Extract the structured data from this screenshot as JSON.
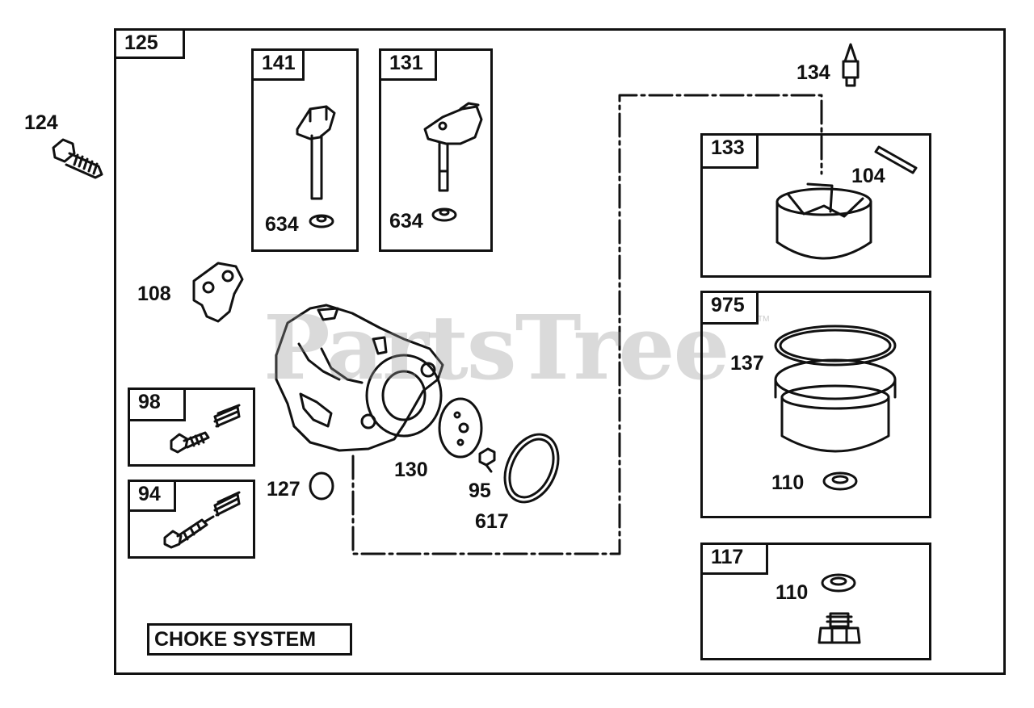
{
  "outer_box": {
    "label": "125"
  },
  "caption": "CHOKE SYSTEM",
  "watermark": {
    "text": "PartsTree",
    "mark": "TM"
  },
  "kits": {
    "k141": {
      "label": "141",
      "parts": [
        "634"
      ]
    },
    "k131": {
      "label": "131",
      "parts": [
        "634"
      ]
    },
    "k133": {
      "label": "133",
      "parts": [
        "104"
      ]
    },
    "k975": {
      "label": "975",
      "parts": [
        "137",
        "110"
      ]
    },
    "k117": {
      "label": "117",
      "parts": [
        "110"
      ]
    },
    "k98": {
      "label": "98",
      "parts": []
    },
    "k94": {
      "label": "94",
      "parts": []
    }
  },
  "callouts": {
    "c124": "124",
    "c134": "134",
    "c108": "108",
    "c127": "127",
    "c130": "130",
    "c95": "95",
    "c617": "617"
  }
}
